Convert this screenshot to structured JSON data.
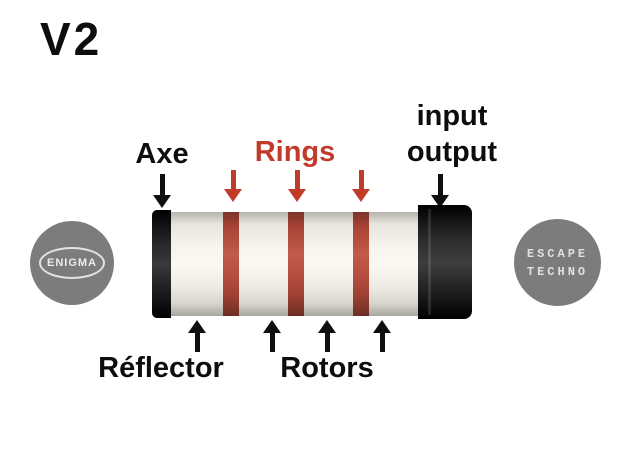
{
  "title": "V2",
  "labels": {
    "axe": "Axe",
    "rings": "Rings",
    "input": "input",
    "output": "output",
    "reflector": "Réflector",
    "rotors": "Rotors"
  },
  "logos": {
    "left": "ENIGMA",
    "right_line1": "ESCAPE",
    "right_line2": "TECHNO"
  },
  "colors": {
    "label_red": "#c23b2a",
    "ring_red": "#b04a3c",
    "circle_gray": "#7c7c7c",
    "cap_black": "#141414",
    "body_cream": "#f3f0ea"
  }
}
